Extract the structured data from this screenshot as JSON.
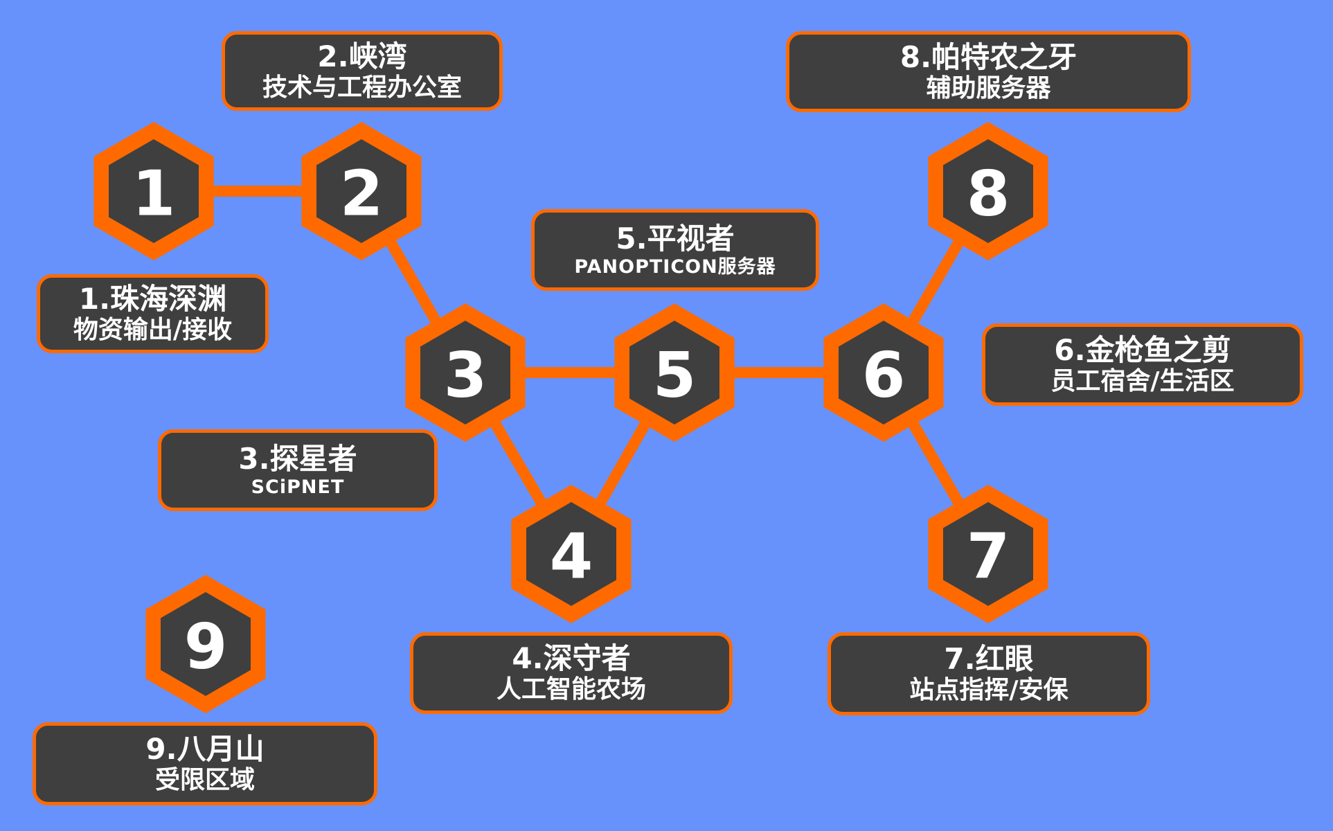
{
  "colors": {
    "background": "#6792fb",
    "accent": "#ff6a00",
    "node_fill": "#3f3f3f",
    "text": "#ffffff"
  },
  "nodes": [
    {
      "id": "1",
      "label": "1"
    },
    {
      "id": "2",
      "label": "2"
    },
    {
      "id": "3",
      "label": "3"
    },
    {
      "id": "4",
      "label": "4"
    },
    {
      "id": "5",
      "label": "5"
    },
    {
      "id": "6",
      "label": "6"
    },
    {
      "id": "7",
      "label": "7"
    },
    {
      "id": "8",
      "label": "8"
    },
    {
      "id": "9",
      "label": "9"
    }
  ],
  "edges": [
    [
      "1",
      "2"
    ],
    [
      "2",
      "3"
    ],
    [
      "3",
      "5"
    ],
    [
      "3",
      "4"
    ],
    [
      "4",
      "5"
    ],
    [
      "5",
      "6"
    ],
    [
      "6",
      "8"
    ],
    [
      "6",
      "7"
    ]
  ],
  "labels": {
    "n1": {
      "title": "1.珠海深渊",
      "subtitle": "物资输出/接收"
    },
    "n2": {
      "title": "2.峡湾",
      "subtitle": "技术与工程办公室"
    },
    "n3": {
      "title": "3.探星者",
      "subtitle": "SCiPNET"
    },
    "n4": {
      "title": "4.深守者",
      "subtitle": "人工智能农场"
    },
    "n5": {
      "title": "5.平视者",
      "subtitle": "PANOPTICON服务器"
    },
    "n6": {
      "title": "6.金枪鱼之剪",
      "subtitle": "员工宿舍/生活区"
    },
    "n7": {
      "title": "7.红眼",
      "subtitle": "站点指挥/安保"
    },
    "n8": {
      "title": "8.帕特农之牙",
      "subtitle": "辅助服务器"
    },
    "n9": {
      "title": "9.八月山",
      "subtitle": "受限区域"
    }
  }
}
